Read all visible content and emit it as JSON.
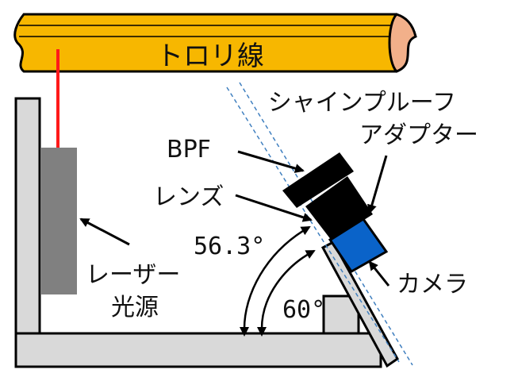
{
  "labels": {
    "trolley_wire": "トロリ線",
    "shine_proof_line1": "シャインプルーフ",
    "shine_proof_line2": "アダプター",
    "bpf": "BPF",
    "lens": "レンズ",
    "laser_line1": "レーザー",
    "laser_line2": "光源",
    "camera": "カメラ",
    "angle_outer": "56.3°",
    "angle_inner": "60°"
  },
  "colors": {
    "trolley_fill": "#f7b700",
    "trolley_end": "#f2b08a",
    "laser_beam": "#ff1a1a",
    "laser_source": "#808080",
    "frame": "#d9d9d9",
    "camera": "#0a63c9",
    "optics": "#000000",
    "dashed_line": "#3f7fbf"
  }
}
